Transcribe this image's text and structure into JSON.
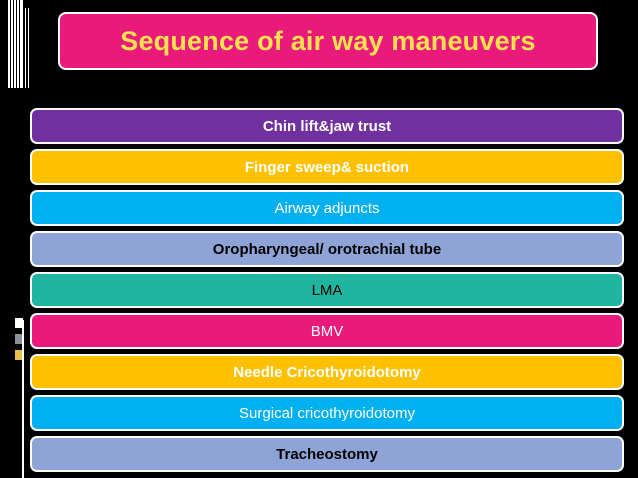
{
  "title": "Sequence of air way maneuvers",
  "colors": {
    "background": "#000000",
    "title_bg": "#ea1a7d",
    "title_text": "#ffe14d"
  },
  "steps": [
    {
      "label": "Chin lift&jaw trust",
      "bg": "#7030a0",
      "fg": "#ffffff",
      "bold": true
    },
    {
      "label": "Finger sweep&  suction",
      "bg": "#ffc000",
      "fg": "#ffffff",
      "bold": true
    },
    {
      "label": "Airway adjuncts",
      "bg": "#00b0f0",
      "fg": "#ffffff",
      "bold": false
    },
    {
      "label": "Oropharyngeal/ orotrachial tube",
      "bg": "#8ea3d6",
      "fg": "#000000",
      "bold": true
    },
    {
      "label": "LMA",
      "bg": "#1fb5a0",
      "fg": "#000000",
      "bold": false
    },
    {
      "label": "BMV",
      "bg": "#ea1a7d",
      "fg": "#ffffff",
      "bold": false
    },
    {
      "label": "Needle Cricothyroidotomy",
      "bg": "#ffc000",
      "fg": "#ffffff",
      "bold": true
    },
    {
      "label": "Surgical cricothyroidotomy",
      "bg": "#00b0f0",
      "fg": "#ffffff",
      "bold": false
    },
    {
      "label": "Tracheostomy",
      "bg": "#8ea3d6",
      "fg": "#000000",
      "bold": true
    }
  ]
}
